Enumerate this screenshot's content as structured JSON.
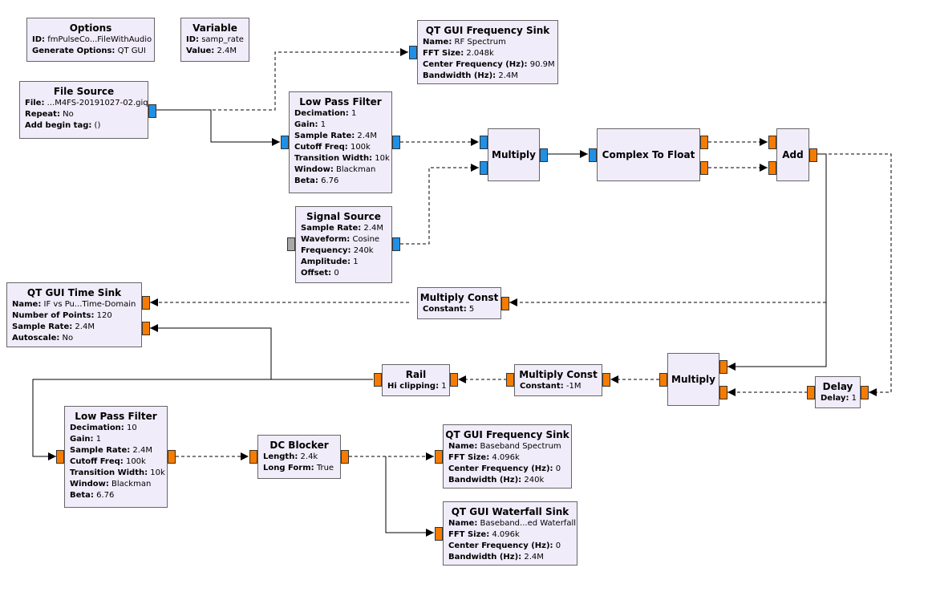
{
  "blocks": {
    "options": {
      "title": "Options",
      "params": [
        {
          "k": "ID:",
          "v": "fmPulseCo...FileWithAudio"
        },
        {
          "k": "Generate Options:",
          "v": "QT GUI"
        }
      ]
    },
    "variable": {
      "title": "Variable",
      "params": [
        {
          "k": "ID:",
          "v": "samp_rate"
        },
        {
          "k": "Value:",
          "v": "2.4M"
        }
      ]
    },
    "file_source": {
      "title": "File Source",
      "params": [
        {
          "k": "File:",
          "v": "...M4FS-20191027-02.giq"
        },
        {
          "k": "Repeat:",
          "v": "No"
        },
        {
          "k": "Add begin tag:",
          "v": "()"
        }
      ]
    },
    "freq_sink_rf": {
      "title": "QT GUI Frequency Sink",
      "params": [
        {
          "k": "Name:",
          "v": "RF Spectrum"
        },
        {
          "k": "FFT Size:",
          "v": "2.048k"
        },
        {
          "k": "Center Frequency (Hz):",
          "v": "90.9M"
        },
        {
          "k": "Bandwidth (Hz):",
          "v": "2.4M"
        }
      ]
    },
    "lpf1": {
      "title": "Low Pass Filter",
      "params": [
        {
          "k": "Decimation:",
          "v": "1"
        },
        {
          "k": "Gain:",
          "v": "1"
        },
        {
          "k": "Sample Rate:",
          "v": "2.4M"
        },
        {
          "k": "Cutoff Freq:",
          "v": "100k"
        },
        {
          "k": "Transition Width:",
          "v": "10k"
        },
        {
          "k": "Window:",
          "v": "Blackman"
        },
        {
          "k": "Beta:",
          "v": "6.76"
        }
      ]
    },
    "multiply1": {
      "title": "Multiply",
      "params": []
    },
    "c2f": {
      "title": "Complex To Float",
      "params": []
    },
    "add": {
      "title": "Add",
      "params": []
    },
    "signal_source": {
      "title": "Signal Source",
      "params": [
        {
          "k": "Sample Rate:",
          "v": "2.4M"
        },
        {
          "k": "Waveform:",
          "v": "Cosine"
        },
        {
          "k": "Frequency:",
          "v": "240k"
        },
        {
          "k": "Amplitude:",
          "v": "1"
        },
        {
          "k": "Offset:",
          "v": "0"
        }
      ]
    },
    "time_sink": {
      "title": "QT GUI Time Sink",
      "params": [
        {
          "k": "Name:",
          "v": "IF vs Pu...Time-Domain"
        },
        {
          "k": "Number of Points:",
          "v": "120"
        },
        {
          "k": "Sample Rate:",
          "v": "2.4M"
        },
        {
          "k": "Autoscale:",
          "v": "No"
        }
      ]
    },
    "mult_const1": {
      "title": "Multiply Const",
      "params": [
        {
          "k": "Constant:",
          "v": "5"
        }
      ]
    },
    "rail": {
      "title": "Rail",
      "params": [
        {
          "k": "Hi clipping:",
          "v": "1"
        }
      ]
    },
    "mult_const2": {
      "title": "Multiply Const",
      "params": [
        {
          "k": "Constant:",
          "v": "-1M"
        }
      ]
    },
    "multiply2": {
      "title": "Multiply",
      "params": []
    },
    "delay": {
      "title": "Delay",
      "params": [
        {
          "k": "Delay:",
          "v": "1"
        }
      ]
    },
    "lpf2": {
      "title": "Low Pass Filter",
      "params": [
        {
          "k": "Decimation:",
          "v": "10"
        },
        {
          "k": "Gain:",
          "v": "1"
        },
        {
          "k": "Sample Rate:",
          "v": "2.4M"
        },
        {
          "k": "Cutoff Freq:",
          "v": "100k"
        },
        {
          "k": "Transition Width:",
          "v": "10k"
        },
        {
          "k": "Window:",
          "v": "Blackman"
        },
        {
          "k": "Beta:",
          "v": "6.76"
        }
      ]
    },
    "dc_blocker": {
      "title": "DC Blocker",
      "params": [
        {
          "k": "Length:",
          "v": "2.4k"
        },
        {
          "k": "Long Form:",
          "v": "True"
        }
      ]
    },
    "freq_sink_bb": {
      "title": "QT GUI Frequency Sink",
      "params": [
        {
          "k": "Name:",
          "v": "Baseband Spectrum"
        },
        {
          "k": "FFT Size:",
          "v": "4.096k"
        },
        {
          "k": "Center Frequency (Hz):",
          "v": "0"
        },
        {
          "k": "Bandwidth (Hz):",
          "v": "240k"
        }
      ]
    },
    "waterfall_sink": {
      "title": "QT GUI Waterfall Sink",
      "params": [
        {
          "k": "Name:",
          "v": "Baseband...ed Waterfall"
        },
        {
          "k": "FFT Size:",
          "v": "4.096k"
        },
        {
          "k": "Center Frequency (Hz):",
          "v": "0"
        },
        {
          "k": "Bandwidth (Hz):",
          "v": "2.4M"
        }
      ]
    }
  },
  "colors": {
    "complex_port": "#1f90e6",
    "float_port": "#f57c00",
    "message_port": "#a8a8a8",
    "block_fill": "#f1ecfa"
  }
}
